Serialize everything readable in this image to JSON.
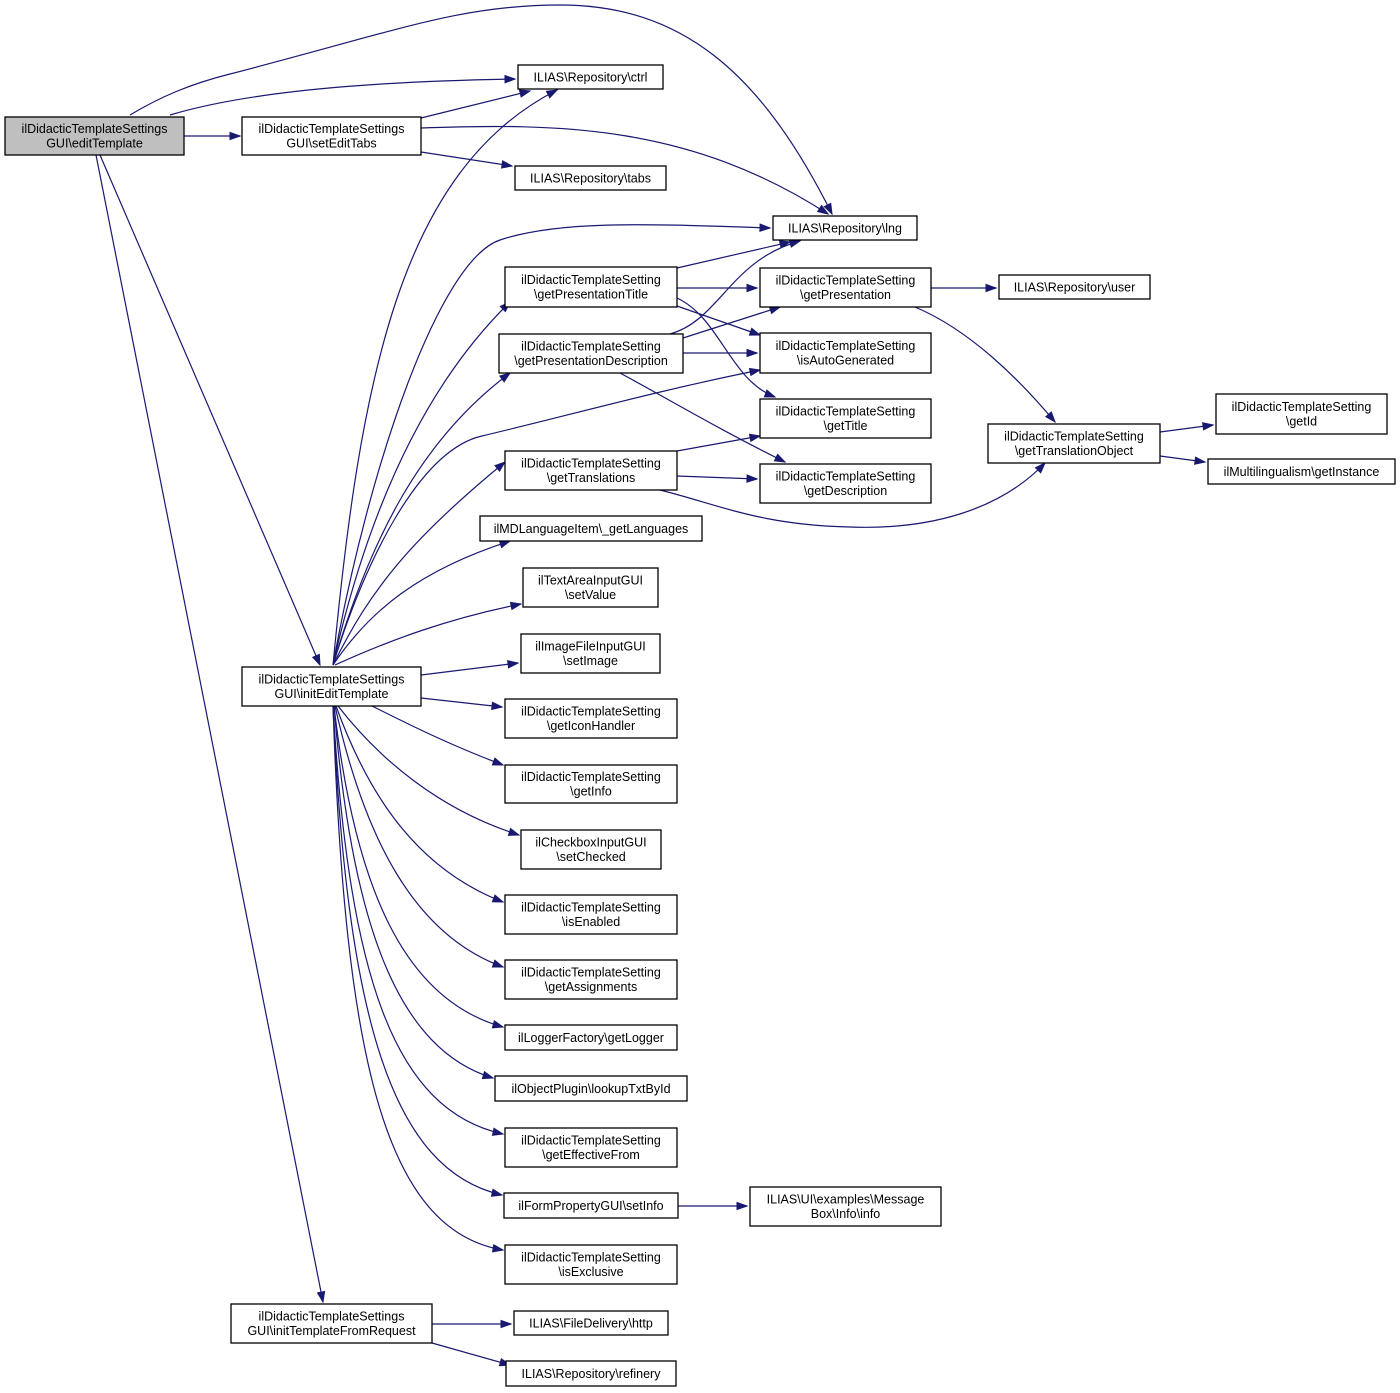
{
  "nodes": [
    {
      "id": "editTemplate",
      "lines": [
        "ilDidacticTemplateSettings",
        "GUI\\editTemplate"
      ],
      "highlight": true
    },
    {
      "id": "setEditTabs",
      "lines": [
        "ilDidacticTemplateSettings",
        "GUI\\setEditTabs"
      ]
    },
    {
      "id": "initEditTemplate",
      "lines": [
        "ilDidacticTemplateSettings",
        "GUI\\initEditTemplate"
      ]
    },
    {
      "id": "initTemplateFromRequest",
      "lines": [
        "ilDidacticTemplateSettings",
        "GUI\\initTemplateFromRequest"
      ]
    },
    {
      "id": "ctrl",
      "lines": [
        "ILIAS\\Repository\\ctrl"
      ]
    },
    {
      "id": "tabs",
      "lines": [
        "ILIAS\\Repository\\tabs"
      ]
    },
    {
      "id": "lng",
      "lines": [
        "ILIAS\\Repository\\lng"
      ]
    },
    {
      "id": "getPresentationTitle",
      "lines": [
        "ilDidacticTemplateSetting",
        "\\getPresentationTitle"
      ]
    },
    {
      "id": "getPresentationDescription",
      "lines": [
        "ilDidacticTemplateSetting",
        "\\getPresentationDescription"
      ]
    },
    {
      "id": "getTranslations",
      "lines": [
        "ilDidacticTemplateSetting",
        "\\getTranslations"
      ]
    },
    {
      "id": "getLanguages",
      "lines": [
        "ilMDLanguageItem\\_getLanguages"
      ]
    },
    {
      "id": "textAreaSetValue",
      "lines": [
        "ilTextAreaInputGUI",
        "\\setValue"
      ]
    },
    {
      "id": "imageSetImage",
      "lines": [
        "ilImageFileInputGUI",
        "\\setImage"
      ]
    },
    {
      "id": "getIconHandler",
      "lines": [
        "ilDidacticTemplateSetting",
        "\\getIconHandler"
      ]
    },
    {
      "id": "getInfo",
      "lines": [
        "ilDidacticTemplateSetting",
        "\\getInfo"
      ]
    },
    {
      "id": "checkboxSetChecked",
      "lines": [
        "ilCheckboxInputGUI",
        "\\setChecked"
      ]
    },
    {
      "id": "isEnabled",
      "lines": [
        "ilDidacticTemplateSetting",
        "\\isEnabled"
      ]
    },
    {
      "id": "getAssignments",
      "lines": [
        "ilDidacticTemplateSetting",
        "\\getAssignments"
      ]
    },
    {
      "id": "getLogger",
      "lines": [
        "ilLoggerFactory\\getLogger"
      ]
    },
    {
      "id": "lookupTxtById",
      "lines": [
        "ilObjectPlugin\\lookupTxtById"
      ]
    },
    {
      "id": "getEffectiveFrom",
      "lines": [
        "ilDidacticTemplateSetting",
        "\\getEffectiveFrom"
      ]
    },
    {
      "id": "formSetInfo",
      "lines": [
        "ilFormPropertyGUI\\setInfo"
      ]
    },
    {
      "id": "isExclusive",
      "lines": [
        "ilDidacticTemplateSetting",
        "\\isExclusive"
      ]
    },
    {
      "id": "http",
      "lines": [
        "ILIAS\\FileDelivery\\http"
      ]
    },
    {
      "id": "refinery",
      "lines": [
        "ILIAS\\Repository\\refinery"
      ]
    },
    {
      "id": "getPresentation",
      "lines": [
        "ilDidacticTemplateSetting",
        "\\getPresentation"
      ]
    },
    {
      "id": "isAutoGenerated",
      "lines": [
        "ilDidacticTemplateSetting",
        "\\isAutoGenerated"
      ]
    },
    {
      "id": "getTitle",
      "lines": [
        "ilDidacticTemplateSetting",
        "\\getTitle"
      ]
    },
    {
      "id": "getDescription",
      "lines": [
        "ilDidacticTemplateSetting",
        "\\getDescription"
      ]
    },
    {
      "id": "messageBoxInfo",
      "lines": [
        "ILIAS\\UI\\examples\\Message",
        "Box\\Info\\info"
      ]
    },
    {
      "id": "user",
      "lines": [
        "ILIAS\\Repository\\user"
      ]
    },
    {
      "id": "getTranslationObject",
      "lines": [
        "ilDidacticTemplateSetting",
        "\\getTranslationObject"
      ]
    },
    {
      "id": "getId",
      "lines": [
        "ilDidacticTemplateSetting",
        "\\getId"
      ]
    },
    {
      "id": "getInstance",
      "lines": [
        "ilMultilingualism\\getInstance"
      ]
    }
  ],
  "edges": [
    {
      "from": "editTemplate",
      "to": "lng"
    },
    {
      "from": "editTemplate",
      "to": "ctrl"
    },
    {
      "from": "editTemplate",
      "to": "setEditTabs"
    },
    {
      "from": "editTemplate",
      "to": "initEditTemplate"
    },
    {
      "from": "editTemplate",
      "to": "initTemplateFromRequest"
    },
    {
      "from": "setEditTabs",
      "to": "ctrl"
    },
    {
      "from": "setEditTabs",
      "to": "lng"
    },
    {
      "from": "setEditTabs",
      "to": "tabs"
    },
    {
      "from": "initEditTemplate",
      "to": "ctrl"
    },
    {
      "from": "initEditTemplate",
      "to": "lng"
    },
    {
      "from": "initEditTemplate",
      "to": "getPresentationTitle"
    },
    {
      "from": "initEditTemplate",
      "to": "getPresentationDescription"
    },
    {
      "from": "initEditTemplate",
      "to": "isAutoGenerated"
    },
    {
      "from": "initEditTemplate",
      "to": "getTranslations"
    },
    {
      "from": "initEditTemplate",
      "to": "getLanguages"
    },
    {
      "from": "initEditTemplate",
      "to": "textAreaSetValue"
    },
    {
      "from": "initEditTemplate",
      "to": "imageSetImage"
    },
    {
      "from": "initEditTemplate",
      "to": "getIconHandler"
    },
    {
      "from": "initEditTemplate",
      "to": "getInfo"
    },
    {
      "from": "initEditTemplate",
      "to": "checkboxSetChecked"
    },
    {
      "from": "initEditTemplate",
      "to": "isEnabled"
    },
    {
      "from": "initEditTemplate",
      "to": "getAssignments"
    },
    {
      "from": "initEditTemplate",
      "to": "getLogger"
    },
    {
      "from": "initEditTemplate",
      "to": "lookupTxtById"
    },
    {
      "from": "initEditTemplate",
      "to": "getEffectiveFrom"
    },
    {
      "from": "initEditTemplate",
      "to": "formSetInfo"
    },
    {
      "from": "initEditTemplate",
      "to": "isExclusive"
    },
    {
      "from": "initTemplateFromRequest",
      "to": "http"
    },
    {
      "from": "initTemplateFromRequest",
      "to": "refinery"
    },
    {
      "from": "getPresentationTitle",
      "to": "lng"
    },
    {
      "from": "getPresentationTitle",
      "to": "getPresentation"
    },
    {
      "from": "getPresentationTitle",
      "to": "isAutoGenerated"
    },
    {
      "from": "getPresentationTitle",
      "to": "getTitle"
    },
    {
      "from": "getPresentationDescription",
      "to": "lng"
    },
    {
      "from": "getPresentationDescription",
      "to": "getPresentation"
    },
    {
      "from": "getPresentationDescription",
      "to": "isAutoGenerated"
    },
    {
      "from": "getPresentationDescription",
      "to": "getDescription"
    },
    {
      "from": "getTranslations",
      "to": "getTitle"
    },
    {
      "from": "getTranslations",
      "to": "getDescription"
    },
    {
      "from": "getTranslations",
      "to": "getTranslationObject"
    },
    {
      "from": "getPresentation",
      "to": "user"
    },
    {
      "from": "getPresentation",
      "to": "getTranslationObject"
    },
    {
      "from": "formSetInfo",
      "to": "messageBoxInfo"
    },
    {
      "from": "getTranslationObject",
      "to": "getId"
    },
    {
      "from": "getTranslationObject",
      "to": "getInstance"
    }
  ]
}
